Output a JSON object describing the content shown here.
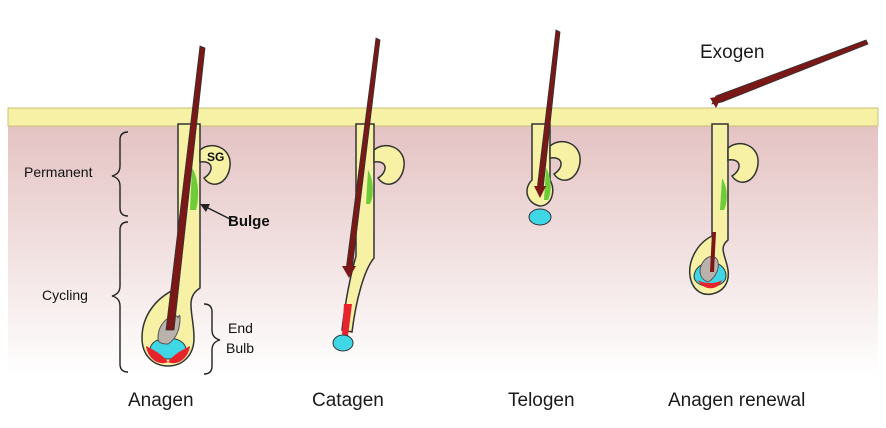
{
  "labels": {
    "permanent": "Permanent",
    "cycling": "Cycling",
    "sg": "SG",
    "bulge": "Bulge",
    "end_bulb_line1": "End",
    "end_bulb_line2": "Bulb",
    "exogen": "Exogen"
  },
  "stages": [
    {
      "id": "anagen",
      "name": "Anagen"
    },
    {
      "id": "catagen",
      "name": "Catagen"
    },
    {
      "id": "telogen",
      "name": "Telogen"
    },
    {
      "id": "anagen-renewal",
      "name": "Anagen renewal"
    }
  ],
  "colors": {
    "epidermis": "#f6f1a4",
    "dermis_top": "#e4c2c2",
    "dermis_bottom": "#ffffff",
    "follicle": "#f6f1a4",
    "hair_shaft": "#7a1818",
    "bulge": "#6ecc3a",
    "dermal_papilla": "#3fd6e6",
    "matrix": "#e8232c",
    "outline": "#333333"
  }
}
